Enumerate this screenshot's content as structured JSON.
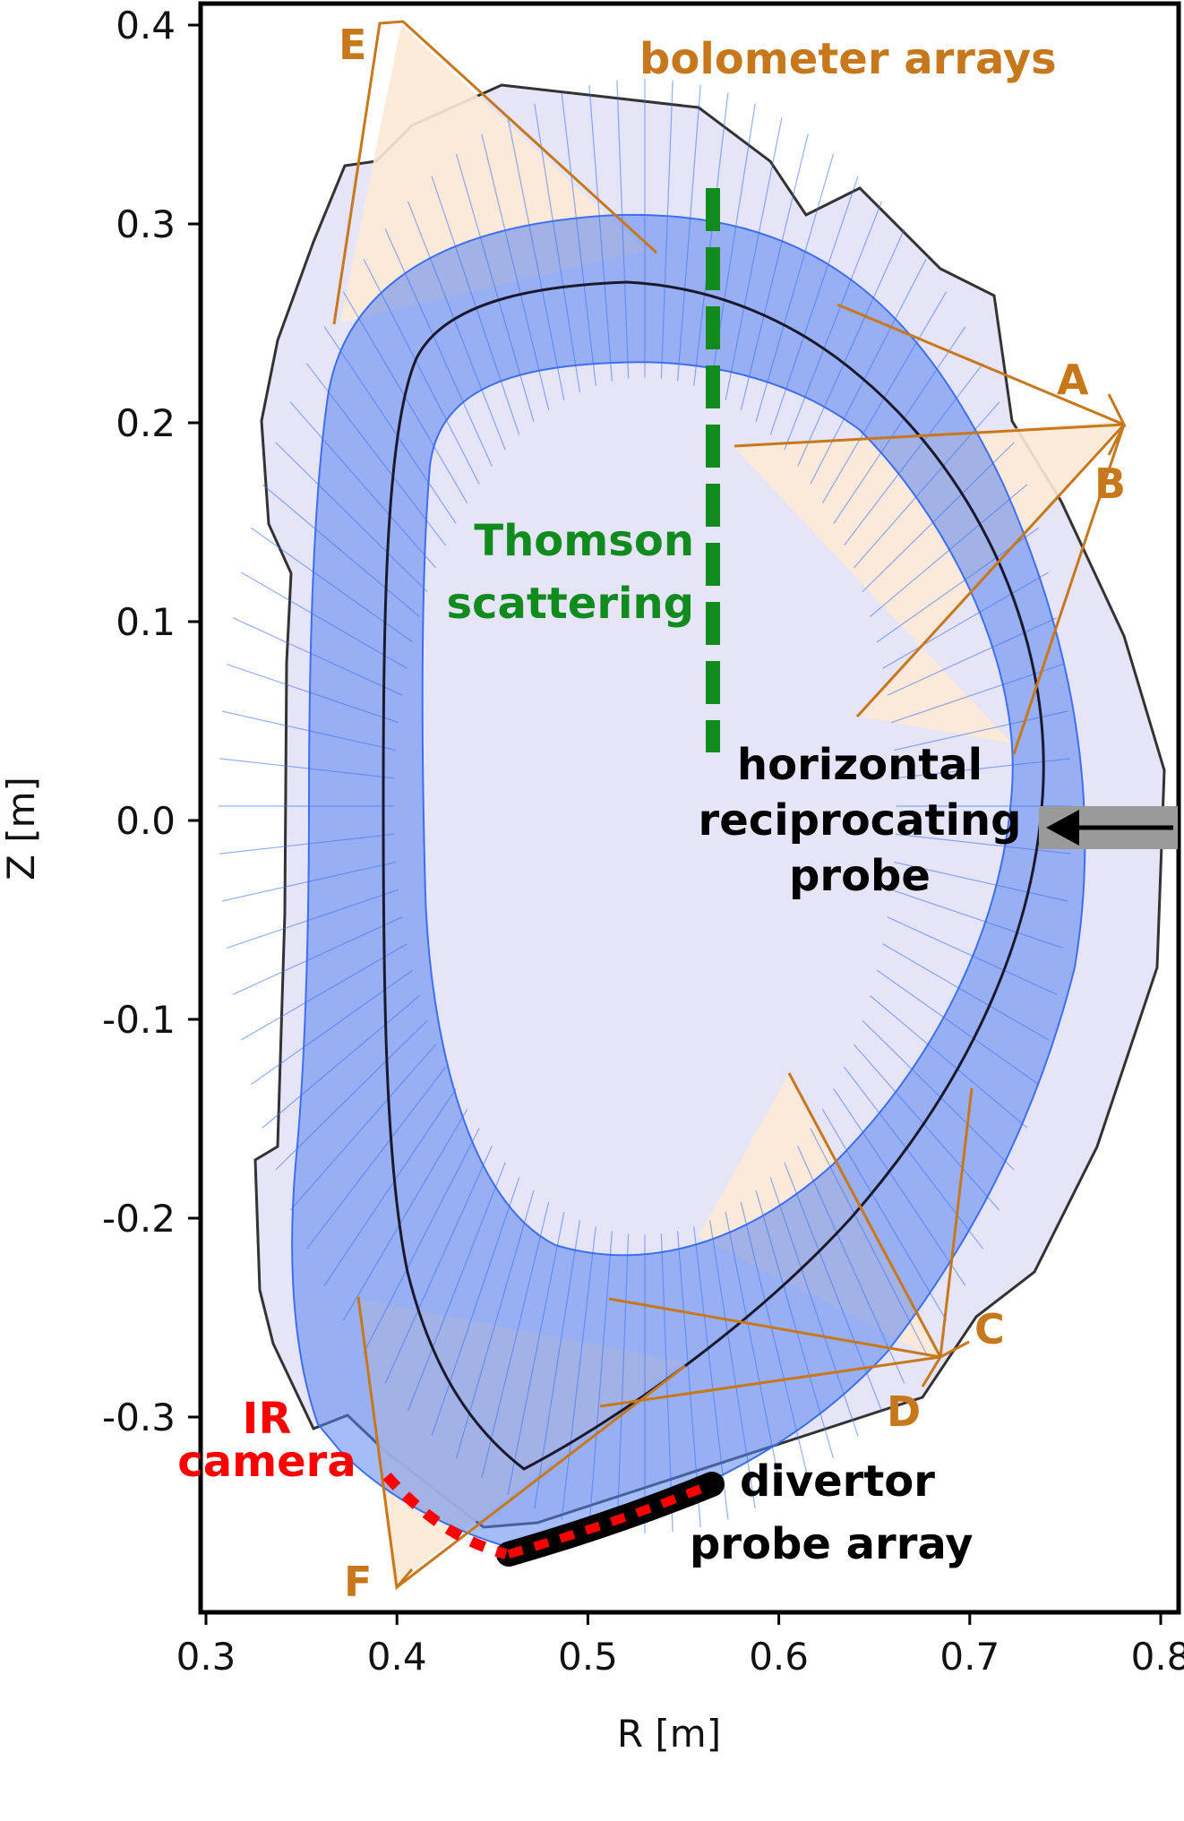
{
  "colors": {
    "bolometer": "#c8781c",
    "thomson": "#118a1e",
    "ir": "#ff0000",
    "probe": "#000000",
    "mesh_inner": "#3d6ff0",
    "mesh_outer": "#b7b9ef",
    "cone": "#fde9d6",
    "wall": "#333333"
  },
  "axes": {
    "xlabel": "R [m]",
    "ylabel": "Z [m]",
    "xlim": [
      0.3,
      0.8
    ],
    "ylim": [
      -0.39,
      0.4
    ],
    "xticks": [
      "0.3",
      "0.4",
      "0.5",
      "0.6",
      "0.7",
      "0.8"
    ],
    "yticks": [
      "0.4",
      "0.3",
      "0.2",
      "0.1",
      "0.0",
      "-0.1",
      "-0.2",
      "-0.3"
    ]
  },
  "annotations": {
    "bolometer_arrays": "bolometer arrays",
    "thomson_line1": "Thomson",
    "thomson_line2": "scattering",
    "hrp_line1": "horizontal",
    "hrp_line2": "reciprocating",
    "hrp_line3": "probe",
    "ir_line1": "IR",
    "ir_line2": "camera",
    "divertor_line1": "divertor",
    "divertor_line2": "probe array"
  },
  "bolometer_labels": [
    "A",
    "B",
    "C",
    "D",
    "E",
    "F"
  ]
}
